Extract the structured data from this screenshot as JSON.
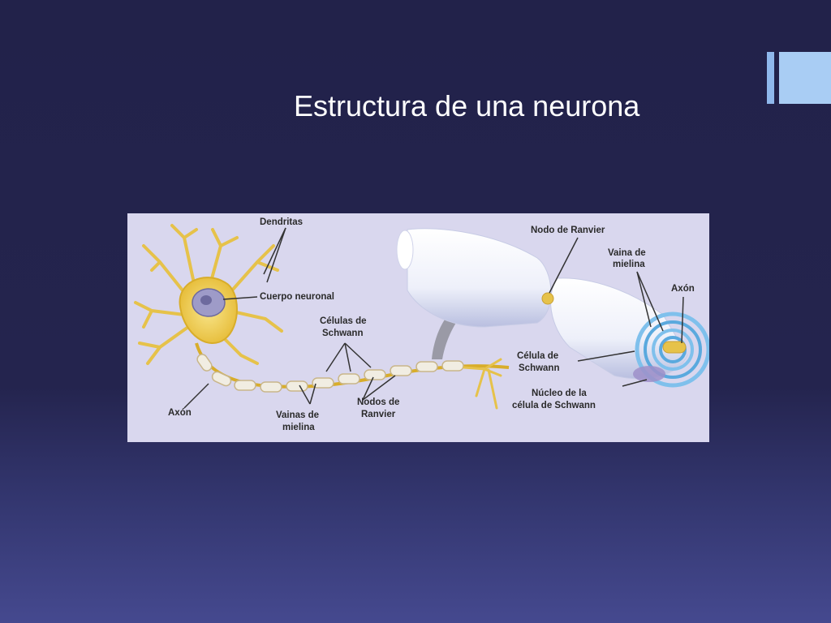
{
  "slide": {
    "title": "Estructura de una neurona"
  },
  "diagram": {
    "labels": {
      "dendritas": "Dendritas",
      "cuerpo_neuronal": "Cuerpo neuronal",
      "celulas_de_schwann_1": "Células de",
      "celulas_de_schwann_2": "Schwann",
      "axon_left": "Axón",
      "vainas_de_mielina_1": "Vainas de",
      "vainas_de_mielina_2": "mielina",
      "nodos_de_ranvier_1": "Nodos de",
      "nodos_de_ranvier_2": "Ranvier",
      "nodo_de_ranvier": "Nodo de Ranvier",
      "vaina_de_mielina_1": "Vaina de",
      "vaina_de_mielina_2": "mielina",
      "axon_right": "Axón",
      "celula_de_schwann_1": "Célula de",
      "celula_de_schwann_2": "Schwann",
      "nucleo_1": "Núcleo de la",
      "nucleo_2": "célula de Schwann"
    }
  },
  "colors": {
    "background_top": "#22224a",
    "background_bottom": "#45498f",
    "accent_bar": "#a9cdf4",
    "diagram_bg": "#d9d7ee",
    "neuron_yellow": "#f2d35a",
    "myelin": "#f1ede2",
    "schwann_blue": "#5aa9de"
  }
}
